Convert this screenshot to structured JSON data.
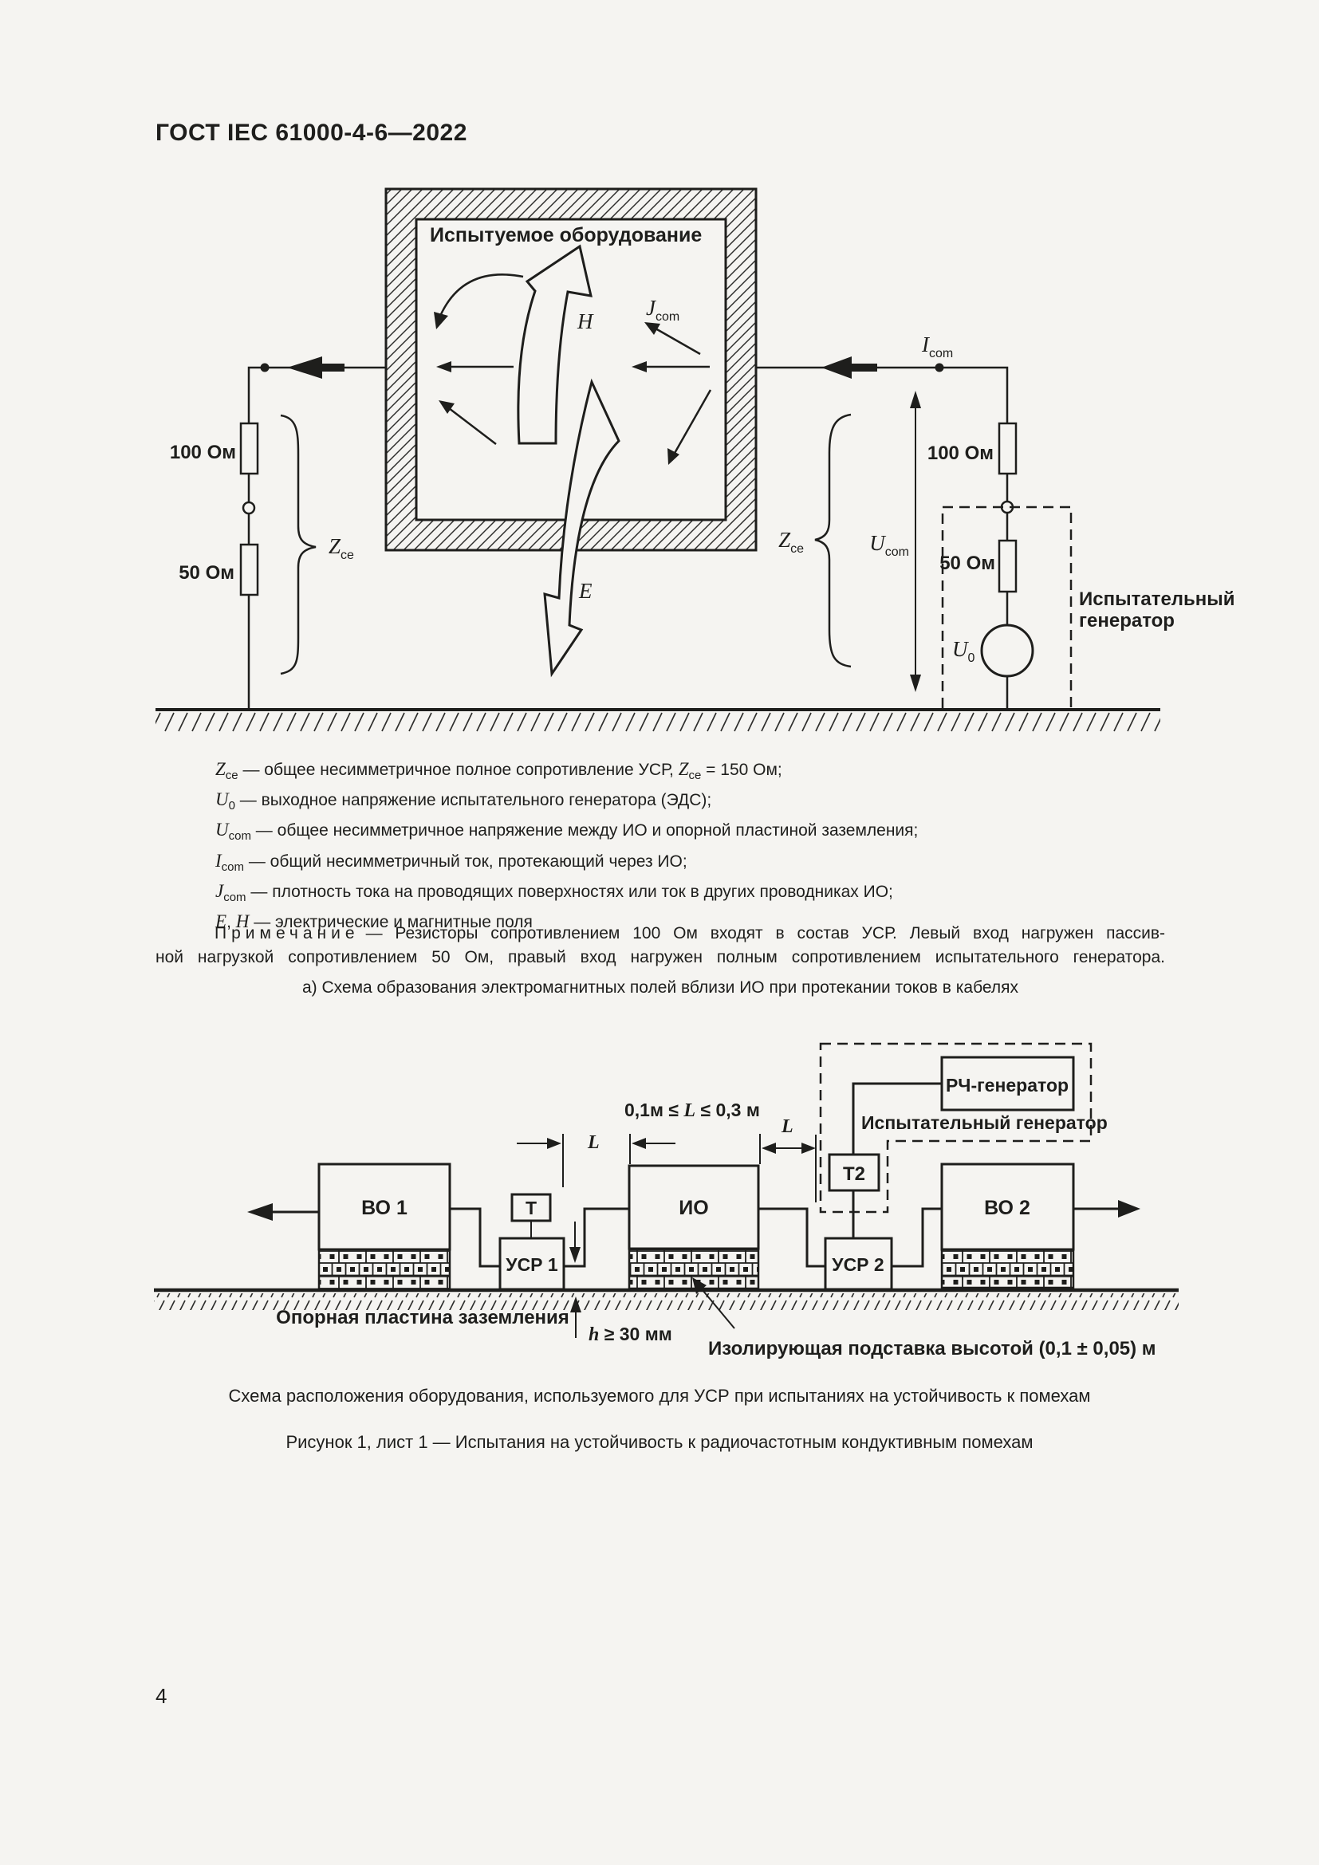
{
  "page": {
    "header": "ГОСТ IEC 61000-4-6—2022",
    "number": "4"
  },
  "colors": {
    "ink": "#1e1e1c",
    "paper": "#f5f4f1"
  },
  "fig1": {
    "eut": "Испытуемое оборудование",
    "h": "H",
    "e": "E",
    "j": "J",
    "j_sub": "com",
    "i": "I",
    "i_sub": "com",
    "ucom": "U",
    "ucom_sub": "com",
    "u0": "U",
    "u0_sub": "0",
    "z": "Z",
    "z_sub": "ce",
    "r100_left": "100 Ом",
    "r50_left": "50 Ом",
    "r100_right": "100 Ом",
    "r50_right": "50 Ом",
    "gen1": "Испытательный",
    "gen2": "генератор"
  },
  "legend": {
    "l1": {
      "v1": "Z",
      "s1": "ce",
      "m": " — общее несимметричное полное сопротивление УСР, ",
      "v2": "Z",
      "s2": "ce",
      "t": " = 150 Ом;"
    },
    "l2": {
      "v": "U",
      "s": "0",
      "t": " — выходное напряжение испытательного генератора (ЭДС);"
    },
    "l3": {
      "v": "U",
      "s": "com",
      "t": " — общее несимметричное напряжение между ИО и опорной пластиной заземления;"
    },
    "l4": {
      "v": "I",
      "s": "com",
      "t": " — общий несимметричный ток, протекающий через ИО;"
    },
    "l5": {
      "v": "J",
      "s": "com",
      "t": " — плотность тока на проводящих поверхностях или ток в других проводниках ИО;"
    },
    "l6": {
      "v1": "E",
      "m": ", ",
      "v2": "H",
      "t": " — электрические и магнитные поля"
    }
  },
  "note": {
    "label": "Примечание",
    "line1": "—  Резисторы сопротивлением 100 Ом входят в состав УСР. Левый вход нагружен пассив-",
    "line2": "ной нагрузкой сопротивлением 50 Ом, правый вход нагружен полным сопротивлением испытательного генератора."
  },
  "caption_a": "а) Схема образования электромагнитных полей вблизи ИО при протекании токов в кабелях",
  "fig2": {
    "ae1": "ВО 1",
    "t": "Т",
    "cdn1": "УСР 1",
    "eut": "ИО",
    "t2": "Т2",
    "cdn2": "УСР 2",
    "ae2": "ВО 2",
    "rf": "РЧ-генератор",
    "gen": "Испытательный генератор",
    "range_pre": "0,1м ≤ ",
    "range_var": "L",
    "range_post": " ≤ 0,3 м",
    "l": "L",
    "h_var": "h",
    "h_rest": " ≥ 30 мм",
    "ground": "Опорная пластина заземления",
    "support": "Изолирующая подставка высотой (0,1 ± 0,05) м"
  },
  "captions": {
    "fig2": "Схема расположения оборудования, используемого для УСР при испытаниях на устойчивость к помехам",
    "figure": "Рисунок 1, лист 1 — Испытания на устойчивость к радиочастотным кондуктивным помехам"
  }
}
